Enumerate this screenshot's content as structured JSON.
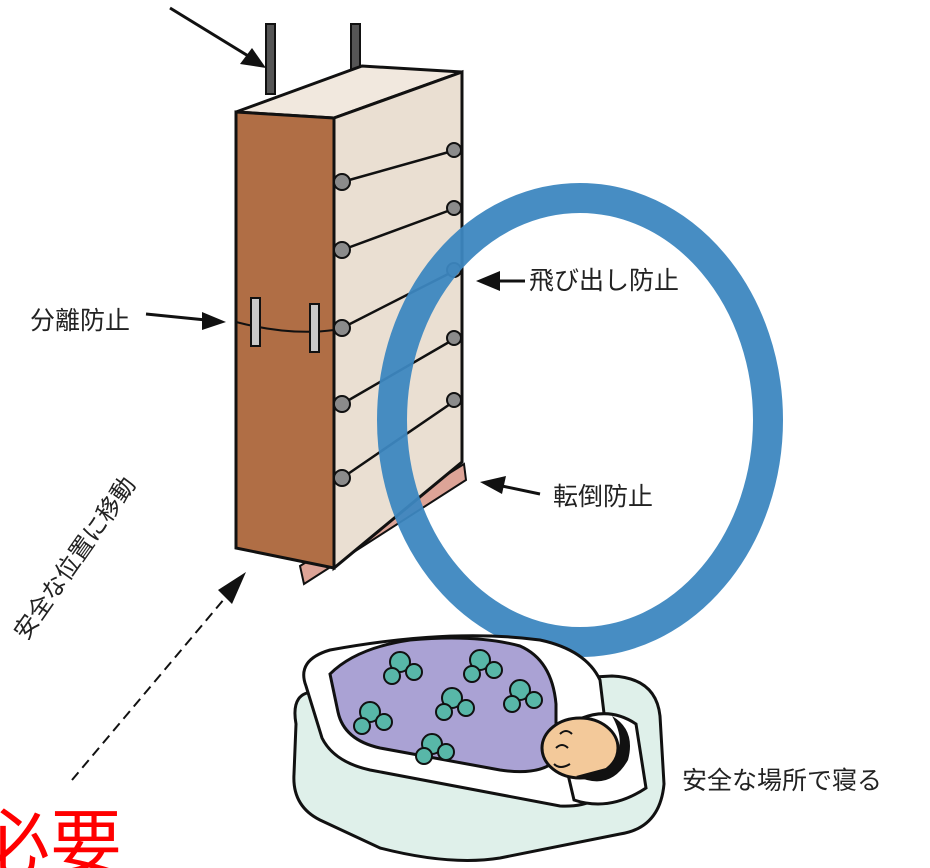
{
  "labels": {
    "separation": "分離防止",
    "popout": "飛び出し防止",
    "topple": "転倒防止",
    "move": "安全な位置に移動",
    "sleep": "安全な場所で寝る"
  },
  "caption": "必要",
  "colors": {
    "ring": "#3d87c0",
    "cabinet_side": "#b06e45",
    "cabinet_front": "#eadfd2",
    "plate": "#d99a8c",
    "futon": "#dff0ea",
    "quilt": "#aaa2d4",
    "caption": "#ff0000"
  }
}
